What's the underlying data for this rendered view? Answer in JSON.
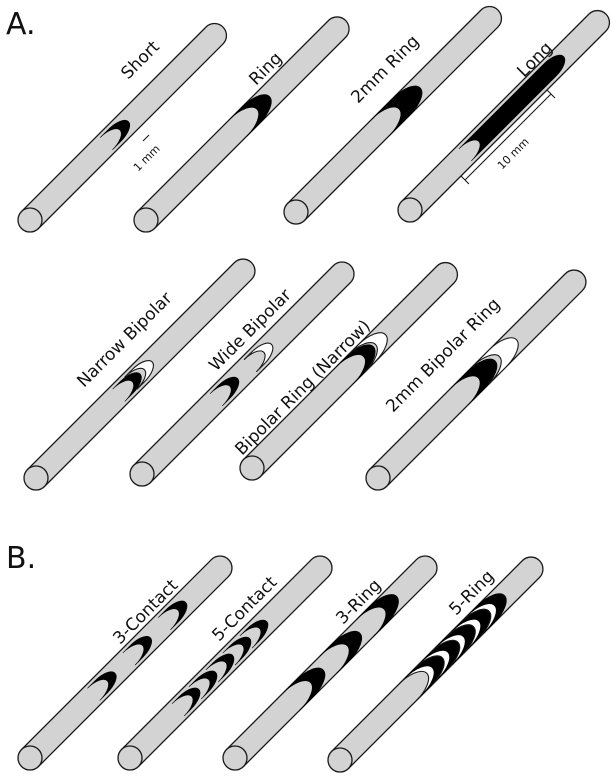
{
  "sections": [
    {
      "id": "A",
      "label": "A."
    },
    {
      "id": "B",
      "label": "B."
    }
  ],
  "electrodes": [
    {
      "id": "short",
      "label": "Short"
    },
    {
      "id": "ring",
      "label": "Ring"
    },
    {
      "id": "ring-2mm",
      "label": "2mm Ring"
    },
    {
      "id": "long",
      "label": "Long"
    },
    {
      "id": "narrow-bipolar",
      "label": "Narrow Bipolar"
    },
    {
      "id": "wide-bipolar",
      "label": "Wide Bipolar"
    },
    {
      "id": "bipolar-ring-narrow",
      "label": "Bipolar Ring (Narrow)"
    },
    {
      "id": "bipolar-ring-2mm",
      "label": "2mm Bipolar Ring"
    },
    {
      "id": "three-contact",
      "label": "3-Contact"
    },
    {
      "id": "five-contact",
      "label": "5-Contact"
    },
    {
      "id": "three-ring",
      "label": "3-Ring"
    },
    {
      "id": "five-ring",
      "label": "5-Ring"
    }
  ],
  "annotations": {
    "one_mm": "1 mm",
    "ten_mm": "10 mm"
  }
}
